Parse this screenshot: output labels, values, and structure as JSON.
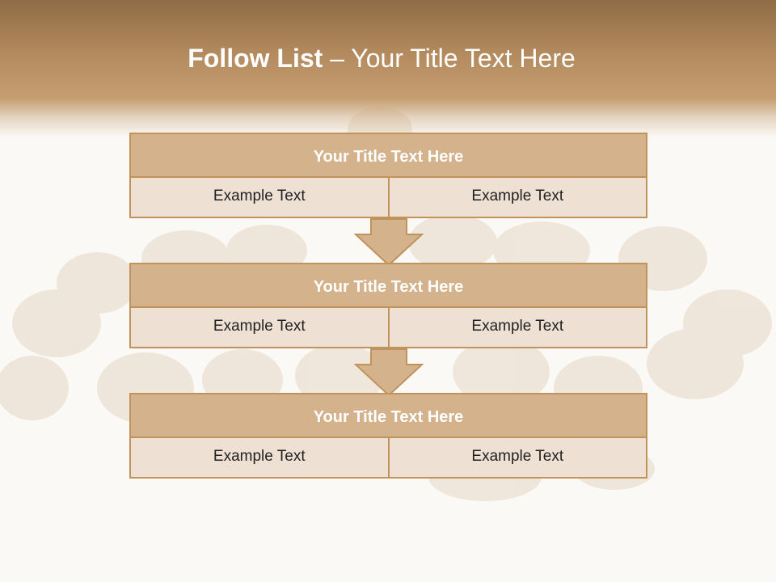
{
  "slide": {
    "title_bold": "Follow List ",
    "title_rest": " – Your Title Text Here"
  },
  "blocks": [
    {
      "title": "Your Title Text Here",
      "left": "Example Text",
      "right": "Example Text"
    },
    {
      "title": "Your Title Text Here",
      "left": "Example Text",
      "right": "Example Text"
    },
    {
      "title": "Your Title Text Here",
      "left": "Example Text",
      "right": "Example Text"
    }
  ],
  "colors": {
    "header": "#a67c52",
    "block_title_fill": "#d4b38c",
    "cell_fill": "#efe0d4",
    "border": "#c1935c"
  },
  "background": "pistachio-nuts-photo"
}
